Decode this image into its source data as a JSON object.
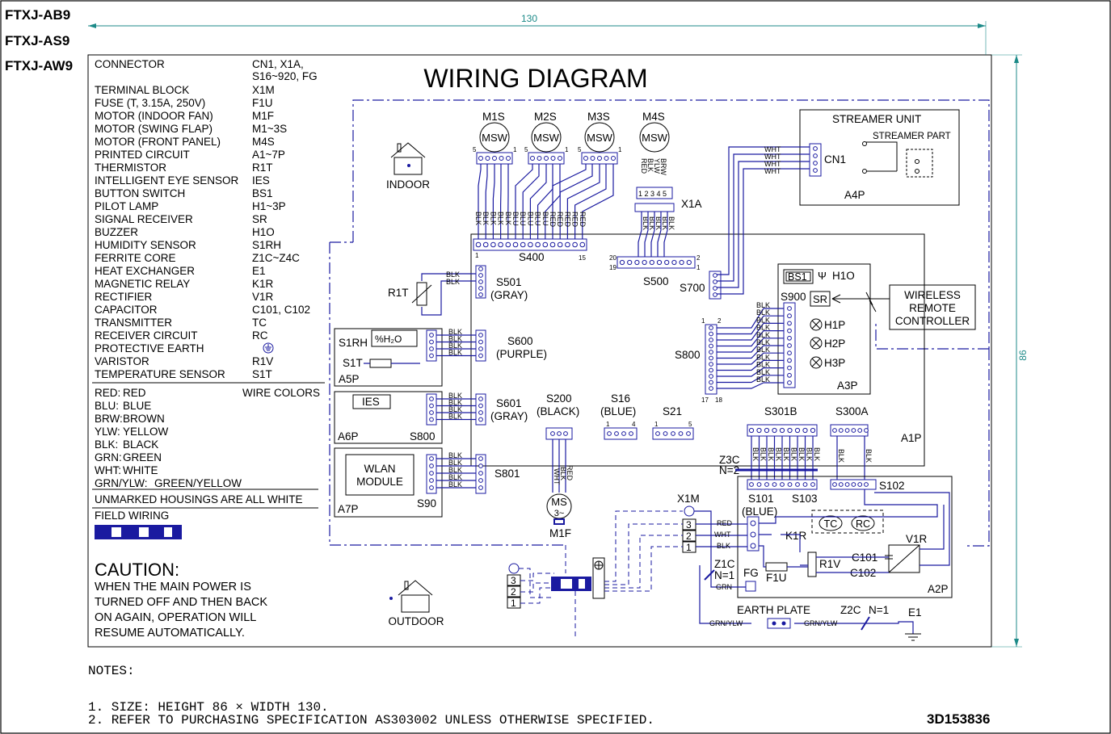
{
  "models": [
    "FTXJ-AB9",
    "FTXJ-AS9",
    "FTXJ-AW9"
  ],
  "title": "WIRING DIAGRAM",
  "dimensions": {
    "width": "130",
    "height": "86"
  },
  "legend_parts": [
    {
      "name": "CONNECTOR",
      "code": "CN1, X1A,"
    },
    {
      "name": "",
      "code": "S16~920, FG"
    },
    {
      "name": "TERMINAL BLOCK",
      "code": "X1M"
    },
    {
      "name": "FUSE (T, 3.15A, 250V)",
      "code": "F1U"
    },
    {
      "name": "MOTOR (INDOOR FAN)",
      "code": "M1F"
    },
    {
      "name": "MOTOR (SWING FLAP)",
      "code": "M1~3S"
    },
    {
      "name": "MOTOR (FRONT PANEL)",
      "code": "M4S"
    },
    {
      "name": "PRINTED CIRCUIT",
      "code": "A1~7P"
    },
    {
      "name": "THERMISTOR",
      "code": "R1T"
    },
    {
      "name": "INTELLIGENT EYE SENSOR",
      "code": "IES"
    },
    {
      "name": "BUTTON SWITCH",
      "code": "BS1"
    },
    {
      "name": "PILOT LAMP",
      "code": "H1~3P"
    },
    {
      "name": "SIGNAL RECEIVER",
      "code": "SR"
    },
    {
      "name": "BUZZER",
      "code": "H1O"
    },
    {
      "name": "HUMIDITY SENSOR",
      "code": "S1RH"
    },
    {
      "name": "FERRITE CORE",
      "code": "Z1C~Z4C"
    },
    {
      "name": "HEAT EXCHANGER",
      "code": "E1"
    },
    {
      "name": "MAGNETIC RELAY",
      "code": "K1R"
    },
    {
      "name": "RECTIFIER",
      "code": "V1R"
    },
    {
      "name": "CAPACITOR",
      "code": "C101, C102"
    },
    {
      "name": "TRANSMITTER",
      "code": "TC"
    },
    {
      "name": "RECEIVER CIRCUIT",
      "code": "RC"
    },
    {
      "name": "PROTECTIVE EARTH",
      "code": ""
    },
    {
      "name": "VARISTOR",
      "code": "R1V"
    },
    {
      "name": "TEMPERATURE SENSOR",
      "code": "S1T"
    }
  ],
  "wire_colors_title": "WIRE COLORS",
  "wire_colors": [
    {
      "code": "RED:",
      "name": "RED"
    },
    {
      "code": "BLU:",
      "name": "BLUE"
    },
    {
      "code": "BRW:",
      "name": "BROWN"
    },
    {
      "code": "YLW:",
      "name": "YELLOW"
    },
    {
      "code": "BLK:",
      "name": "BLACK"
    },
    {
      "code": "GRN:",
      "name": "GREEN"
    },
    {
      "code": "WHT:",
      "name": "WHITE"
    },
    {
      "code": "GRN/YLW:",
      "name": "GREEN/YELLOW"
    }
  ],
  "unmarked_note": "UNMARKED HOUSINGS ARE ALL WHITE",
  "field_wiring": "FIELD WIRING",
  "caution": {
    "title": "CAUTION:",
    "lines": [
      "WHEN THE MAIN POWER IS",
      "TURNED OFF AND THEN BACK",
      "ON AGAIN, OPERATION WILL",
      "RESUME AUTOMATICALLY."
    ]
  },
  "labels": {
    "indoor": "INDOOR",
    "outdoor": "OUTDOOR",
    "m1s": "M1S",
    "m2s": "M2S",
    "m3s": "M3S",
    "m4s": "M4S",
    "msw": "MSW",
    "x1a": "X1A",
    "streamer_unit": "STREAMER UNIT",
    "streamer_part": "STREAMER PART",
    "cn1": "CN1",
    "a4p": "A4P",
    "s400": "S400",
    "s500": "S500",
    "s700": "S700",
    "s501": "S501",
    "s501_color": "(GRAY)",
    "r1t": "R1T",
    "s600": "S600",
    "s600_color": "(PURPLE)",
    "s601": "S601",
    "s601_color": "(GRAY)",
    "s801": "S801",
    "s1rh": "S1RH",
    "h2o": "%H₂O",
    "s1t": "S1T",
    "a5p": "A5P",
    "ies": "IES",
    "a6p": "A6P",
    "s800": "S800",
    "wlan1": "WLAN",
    "wlan2": "MODULE",
    "a7p": "A7P",
    "s90": "S90",
    "bs1": "BS1",
    "h1o": "H1O",
    "s900": "S900",
    "sr": "SR",
    "h1p": "H1P",
    "h2p": "H2P",
    "h3p": "H3P",
    "a3p": "A3P",
    "wireless1": "WIRELESS",
    "wireless2": "REMOTE",
    "wireless3": "CONTROLLER",
    "s200": "S200",
    "s200_color": "(BLACK)",
    "s16": "S16",
    "s16_color": "(BLUE)",
    "s21": "S21",
    "s301b": "S301B",
    "s300a": "S300A",
    "a1p": "A1P",
    "ms": "MS",
    "ms3": "3~",
    "m1f": "M1F",
    "z3c": "Z3C",
    "z3c_n": "N=2",
    "x1m": "X1M",
    "s101": "S101",
    "s101_color": "(BLUE)",
    "s103": "S103",
    "s102": "S102",
    "k1r": "K1R",
    "tc": "TC",
    "rc": "RC",
    "v1r": "V1R",
    "c101": "C101",
    "c102": "C102",
    "r1v": "R1V",
    "f1u": "F1U",
    "fg": "FG",
    "z1c": "Z1C",
    "z1c_n": "N=1",
    "a2p": "A2P",
    "earth_plate": "EARTH PLATE",
    "z2c": "Z2C",
    "z2c_n": "N=1",
    "e1": "E1",
    "grn": "GRN",
    "grnylw": "GRN/YLW"
  },
  "notes": {
    "title": "NOTES:",
    "items": [
      "1. SIZE: HEIGHT 86 × WIDTH 130.",
      "2. REFER TO PURCHASING SPECIFICATION AS303002 UNLESS OTHERWISE SPECIFIED."
    ]
  },
  "drawing_number": "3D153836"
}
